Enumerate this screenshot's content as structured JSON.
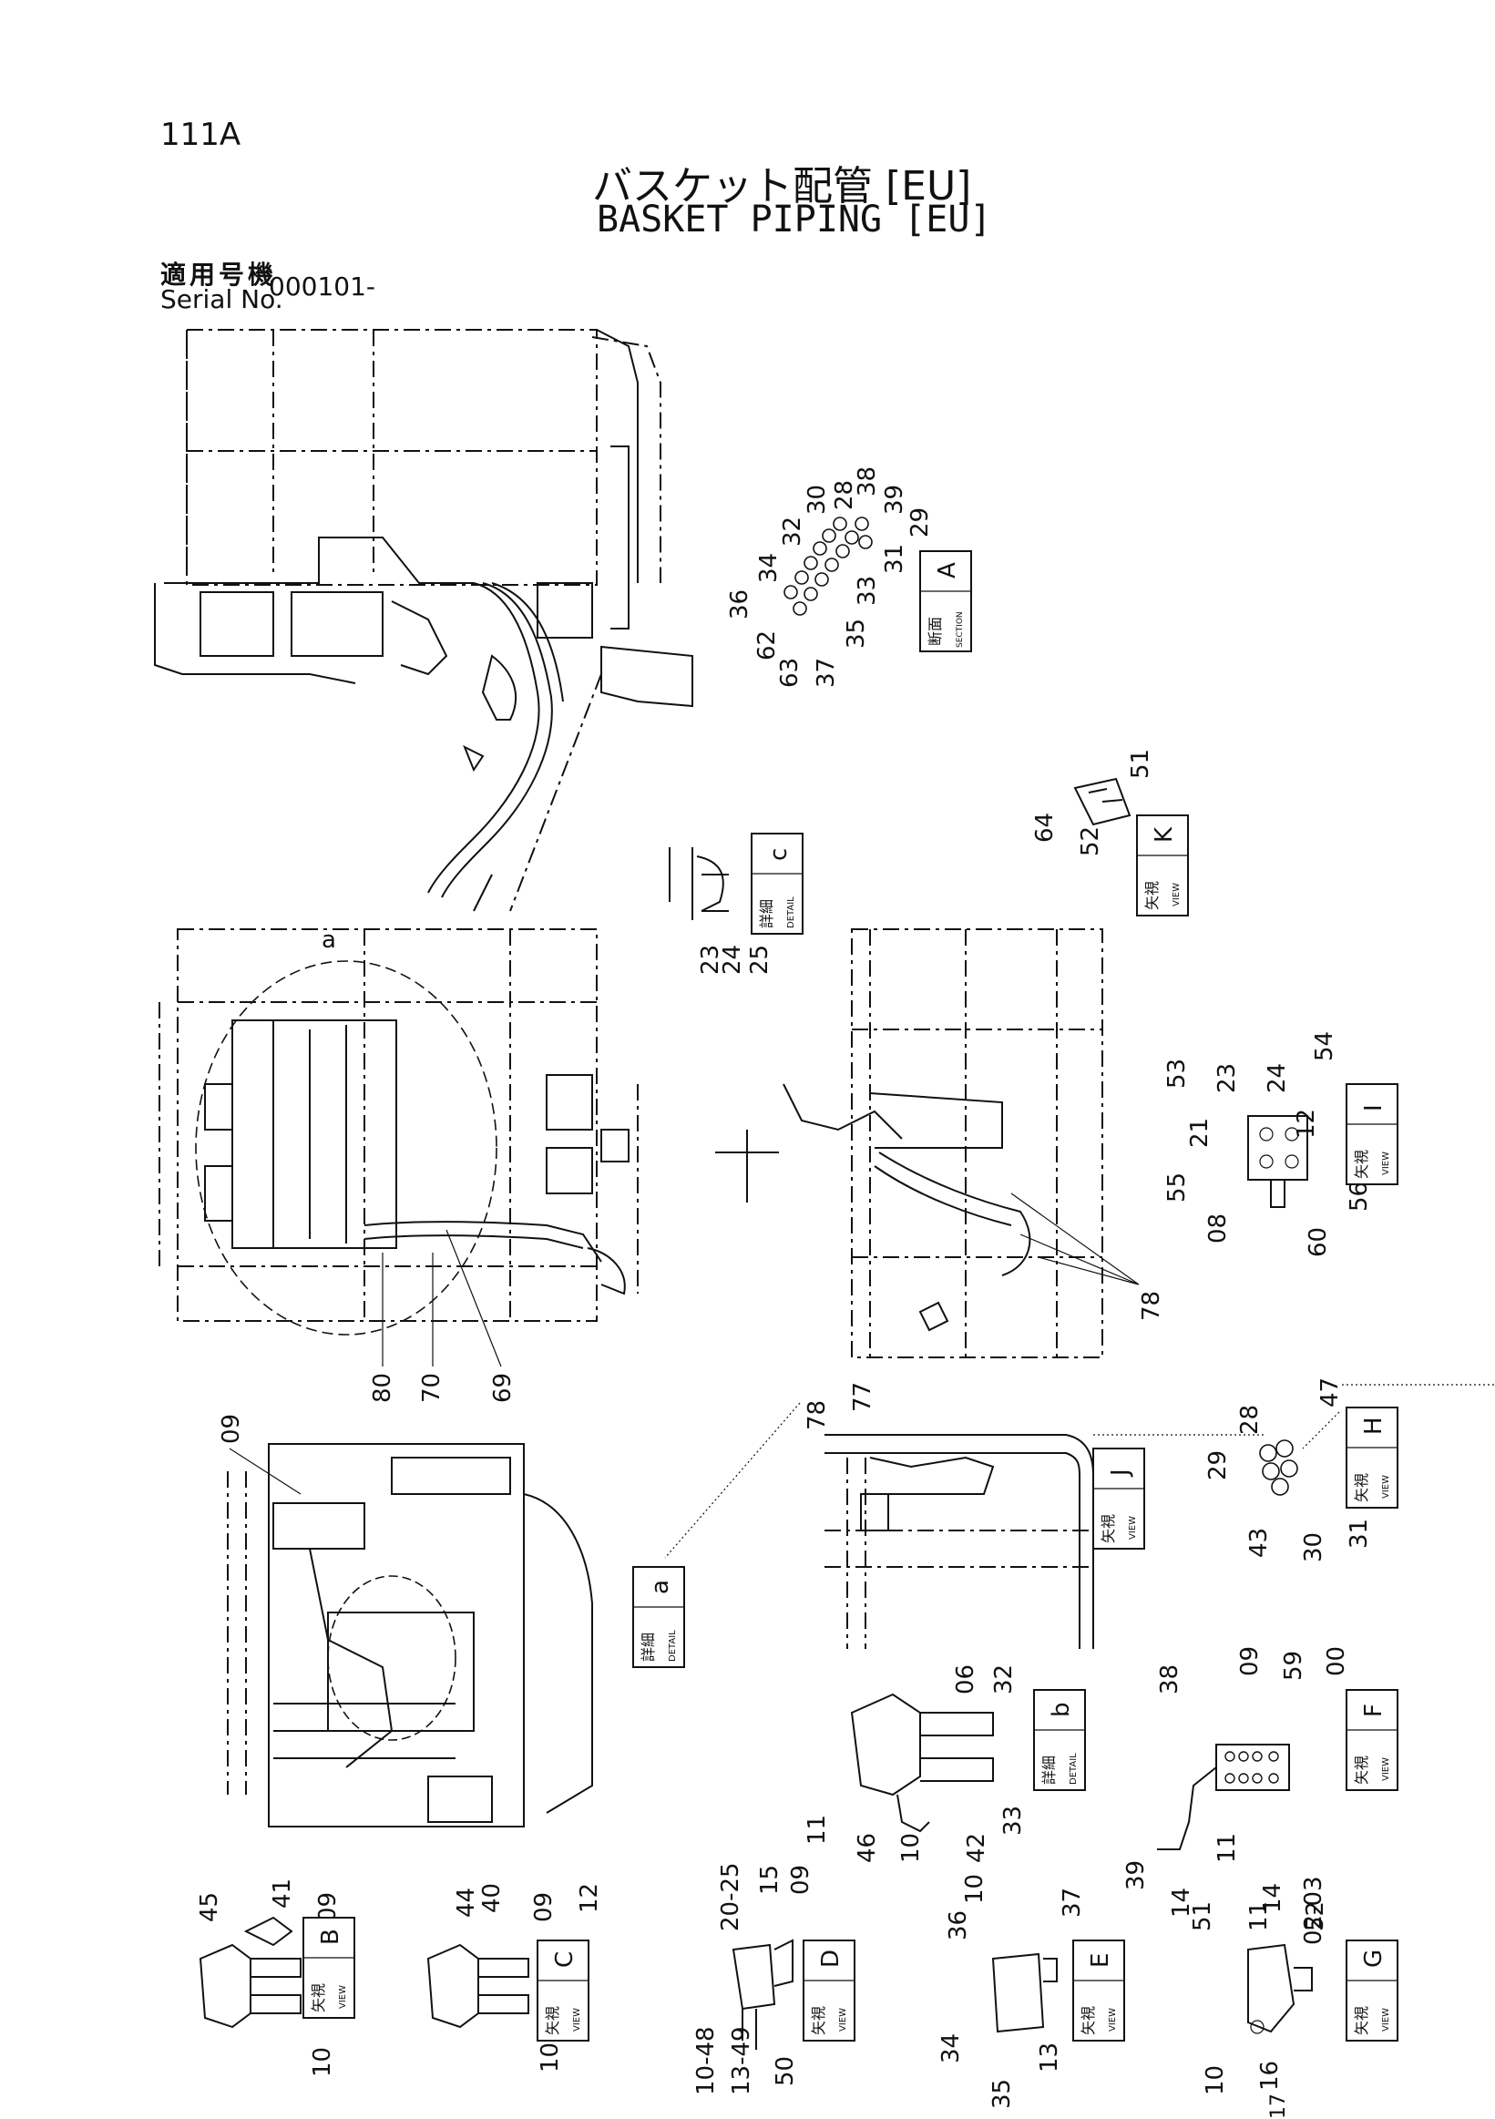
{
  "header": {
    "page_number": "111A",
    "title_jp": "バスケット配管 [EU]",
    "title_en": "BASKET PIPING [EU]",
    "serial_label_jp": "適用号機",
    "serial_label_en": "Serial No.",
    "serial_value": "000101-"
  },
  "tag_words": {
    "section_jp": "断面",
    "section_en": "SECTION",
    "detail_jp": "詳細",
    "detail_en": "DETAIL",
    "view_jp": "矢視",
    "view_en": "VIEW"
  },
  "tags": {
    "section_a": "A",
    "detail_c": "c",
    "view_k": "K",
    "view_i": "I",
    "view_h": "H",
    "view_j": "J",
    "detail_a": "a",
    "detail_b": "b",
    "view_f": "F",
    "view_b": "B",
    "view_c": "C",
    "view_d": "D",
    "view_e": "E",
    "view_g": "G"
  },
  "callouts": {
    "sec_a": [
      "28",
      "38",
      "30",
      "39",
      "32",
      "29",
      "34",
      "31",
      "36",
      "33",
      "62",
      "35",
      "63",
      "37"
    ],
    "det_c": [
      "23",
      "24",
      "25"
    ],
    "view_k": [
      "64",
      "52",
      "51"
    ],
    "main_mid": [
      "a",
      "80",
      "70",
      "69"
    ],
    "view_i": [
      "53",
      "23",
      "24",
      "54",
      "21",
      "12",
      "55",
      "08",
      "56",
      "60"
    ],
    "view_j_area": [
      "78",
      "78",
      "77"
    ],
    "view_h": [
      "28",
      "47",
      "29",
      "43",
      "30",
      "31"
    ],
    "main_low": [
      "09"
    ],
    "det_b": [
      "06",
      "32",
      "11",
      "46",
      "10",
      "42",
      "33"
    ],
    "view_f": [
      "38",
      "09",
      "59",
      "00",
      "39",
      "14",
      "11",
      "14",
      "02-03"
    ],
    "view_b": [
      "45",
      "41",
      "09",
      "10"
    ],
    "view_c": [
      "44",
      "40",
      "09",
      "12",
      "10"
    ],
    "view_d": [
      "20-25",
      "15",
      "09",
      "10-48",
      "13-49",
      "50"
    ],
    "view_e": [
      "36",
      "10",
      "37",
      "34",
      "35",
      "13"
    ],
    "view_g": [
      "51",
      "11",
      "52",
      "10",
      "16",
      "17"
    ]
  }
}
